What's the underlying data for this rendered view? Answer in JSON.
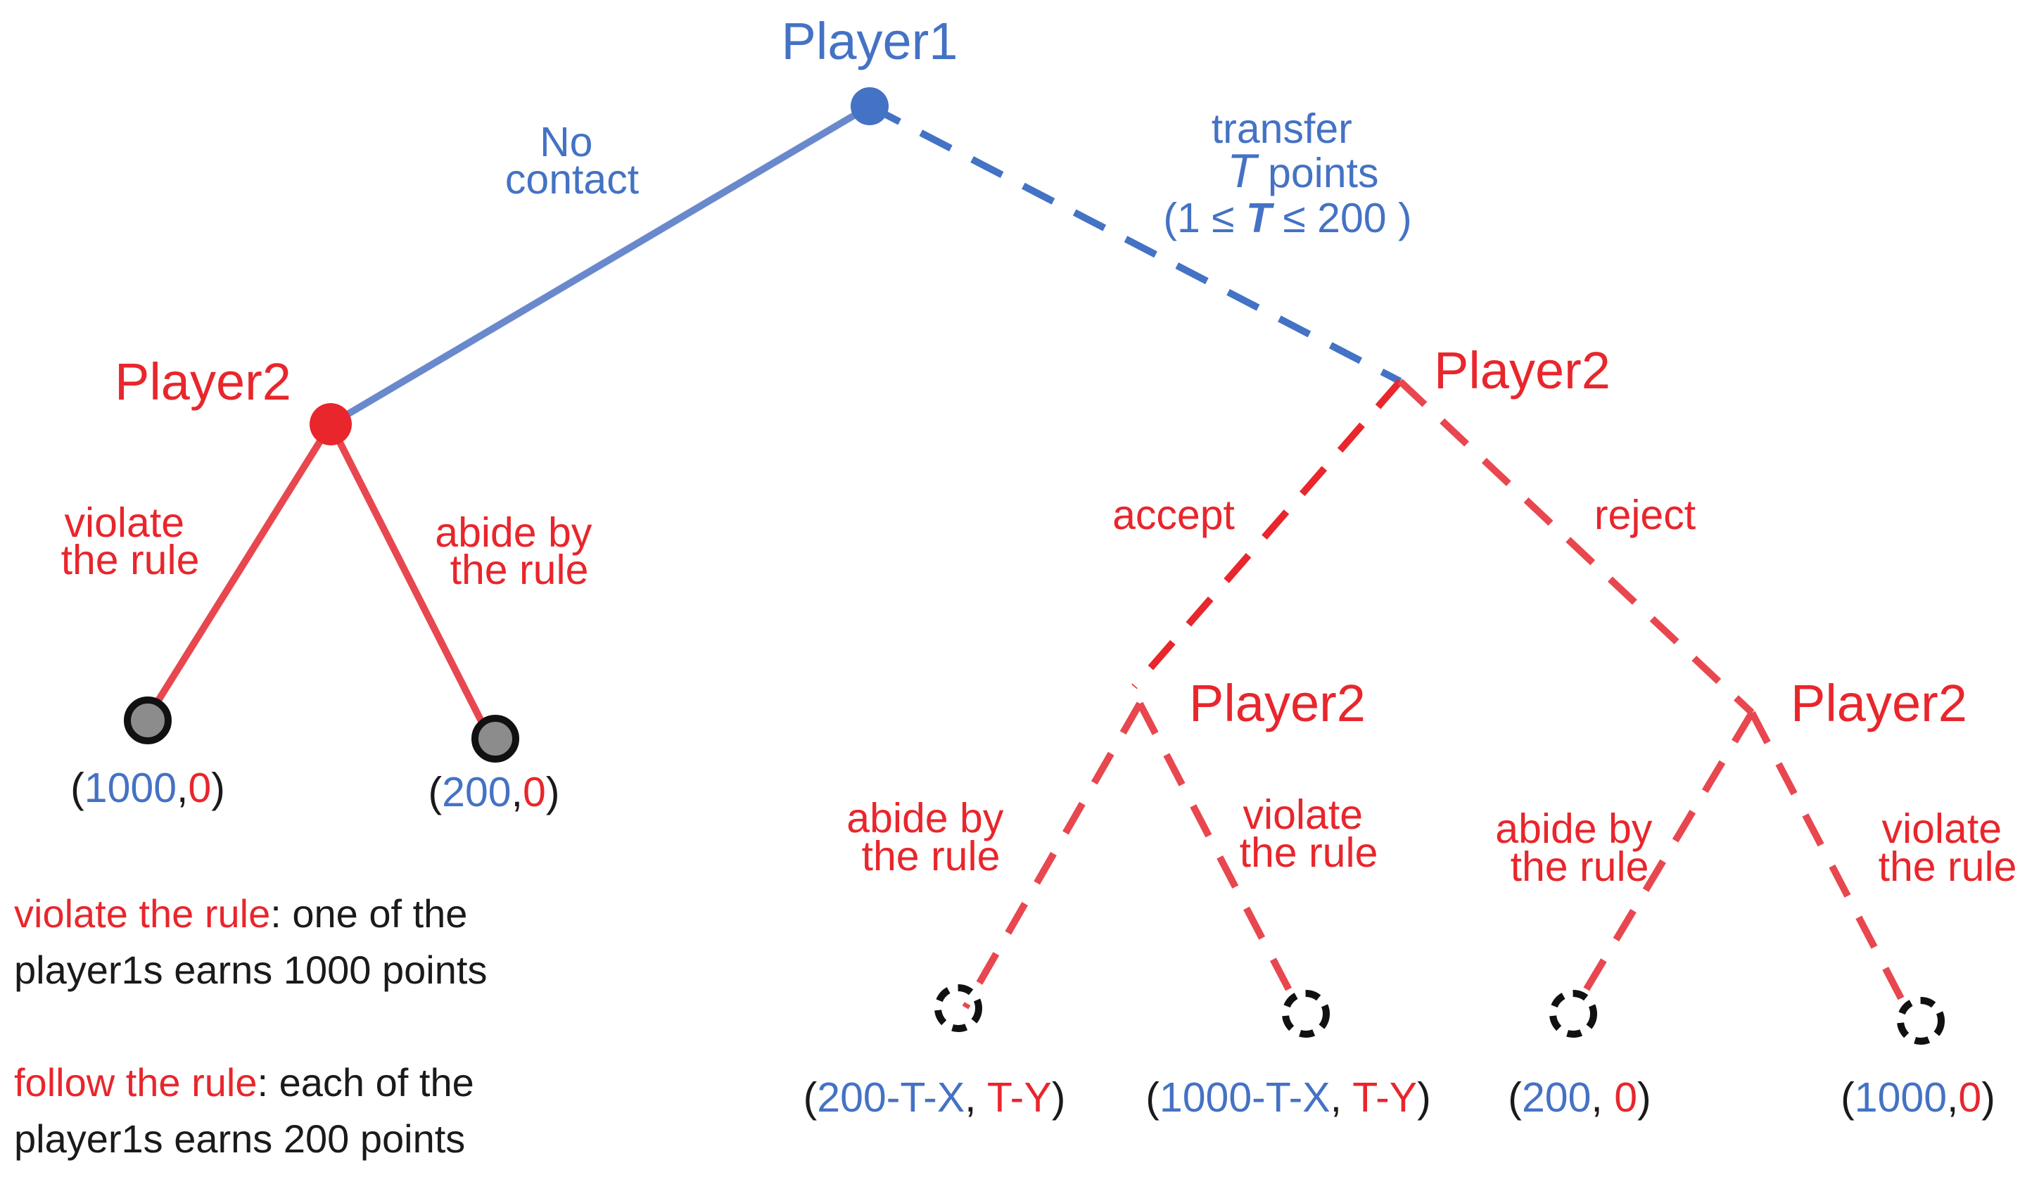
{
  "colors": {
    "player1": "#4472c4",
    "player2": "#e8262c",
    "player1_edge": "#6a89cc",
    "player2_edge": "#e8474f",
    "text_dark": "#1a1a1a",
    "terminal_fill": "#8c8c8c"
  },
  "nodes": {
    "root": "Player1",
    "left_p2": "Player2",
    "right_p2": "Player2",
    "accept_p2": "Player2",
    "reject_p2": "Player2"
  },
  "edges": {
    "no_contact": [
      "No",
      "contact"
    ],
    "transfer": {
      "line1": "transfer",
      "line2_var": "T",
      "line2_rest": " points",
      "line3_open": "(1 ≤ ",
      "line3_var": "T",
      "line3_close": " ≤ 200 )"
    },
    "left_violate": [
      "violate",
      "the rule"
    ],
    "left_abide": [
      "abide by",
      "the rule"
    ],
    "accept": "accept",
    "reject": "reject",
    "accept_abide": [
      "abide by",
      "the rule"
    ],
    "accept_violate": [
      "violate",
      "the rule"
    ],
    "reject_abide": [
      "abide by",
      "the rule"
    ],
    "reject_violate": [
      "violate",
      "the rule"
    ]
  },
  "payoffs": {
    "left_violate": {
      "open": "(",
      "p1": "1000",
      "sep": ",",
      "p2": "0",
      "close": ")"
    },
    "left_abide": {
      "open": "(",
      "p1": "200",
      "sep": ",",
      "p2": "0",
      "close": ")"
    },
    "accept_abide": {
      "open": "(",
      "p1": "200-T-X",
      "sep": ", ",
      "p2": "T-Y",
      "close": ")"
    },
    "accept_violate": {
      "open": "(",
      "p1": "1000-T-X",
      "sep": ", ",
      "p2": "T-Y",
      "close": ")"
    },
    "reject_abide": {
      "open": "(",
      "p1": "200",
      "sep": ", ",
      "p2": "0",
      "close": ")"
    },
    "reject_violate": {
      "open": "(",
      "p1": "1000",
      "sep": ",",
      "p2": "0",
      "close": ")"
    }
  },
  "legend": {
    "violate": {
      "term": "violate the rule",
      "rest_line1": ":  one of the",
      "line2": "player1s earns 1000 points"
    },
    "follow": {
      "term": "follow the rule",
      "rest_line1": ": each of the",
      "line2": "player1s earns 200 points"
    }
  }
}
